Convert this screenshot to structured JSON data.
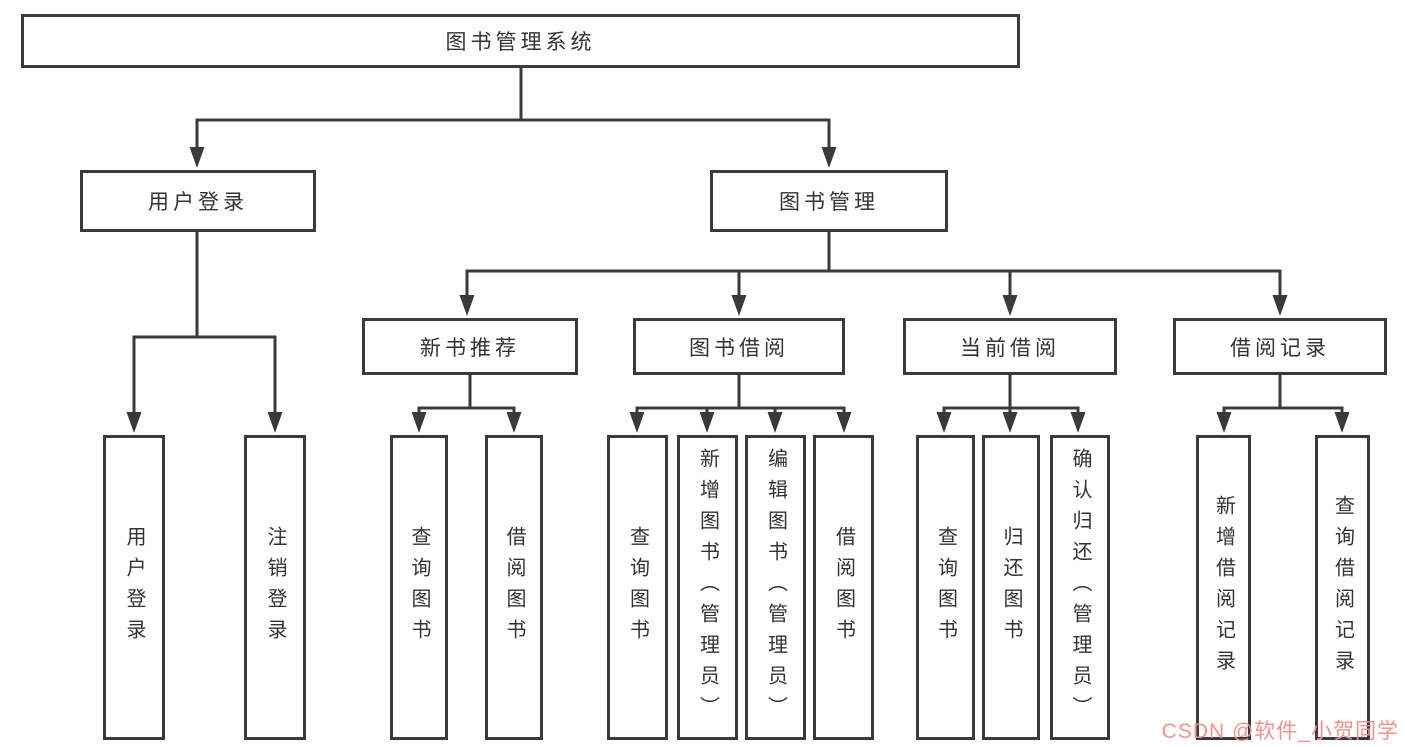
{
  "diagram": {
    "type": "hierarchy-tree",
    "root": {
      "label": "图书管理系统"
    },
    "branches": [
      {
        "label": "用户登录",
        "children": [
          {
            "label": "用户登录"
          },
          {
            "label": "注销登录"
          }
        ]
      },
      {
        "label": "图书管理",
        "children": [
          {
            "label": "新书推荐",
            "children": [
              {
                "label": "查询图书"
              },
              {
                "label": "借阅图书"
              }
            ]
          },
          {
            "label": "图书借阅",
            "children": [
              {
                "label": "查询图书"
              },
              {
                "label": "新增图书（管理员）"
              },
              {
                "label": "编辑图书（管理员）"
              },
              {
                "label": "借阅图书"
              }
            ]
          },
          {
            "label": "当前借阅",
            "children": [
              {
                "label": "查询图书"
              },
              {
                "label": "归还图书"
              },
              {
                "label": "确认归还（管理员）"
              }
            ]
          },
          {
            "label": "借阅记录",
            "children": [
              {
                "label": "新增借阅记录"
              },
              {
                "label": "查询借阅记录"
              }
            ]
          }
        ]
      }
    ],
    "watermark": {
      "text": "CSDN @软件_小贺同学",
      "color": "#f0938c"
    },
    "colors": {
      "line": "#3a3a3a",
      "box_border": "#3a3a3a",
      "text": "#333333",
      "background": "#ffffff"
    }
  }
}
